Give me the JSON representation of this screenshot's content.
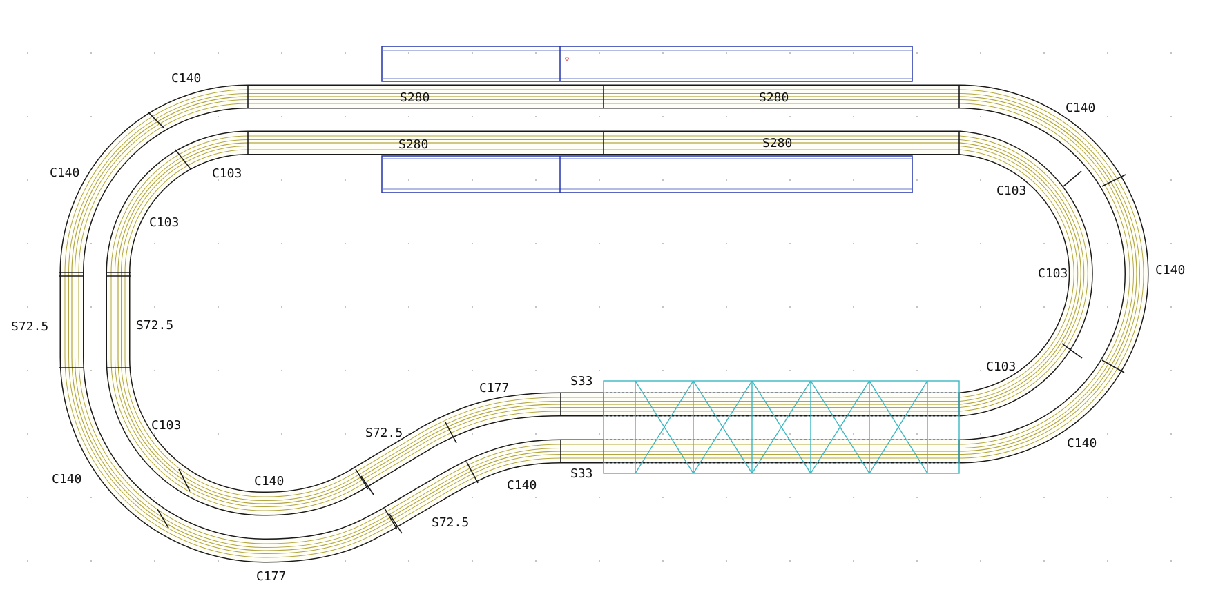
{
  "layout_title": "",
  "labels": {
    "top_outer_left": "C140",
    "top_outer_mid_left": "S280",
    "top_outer_mid_right": "S280",
    "top_outer_right": "C140",
    "top_inner_left": "C103",
    "top_inner_mid_left": "S280",
    "top_inner_mid_right": "S280",
    "right_inner_top": "C103",
    "left_outer_upper": "C140",
    "left_inner_upper": "C103",
    "left_outer_straight": "S72.5",
    "left_inner_straight": "S72.5",
    "right_inner_mid": "C103",
    "right_outer_mid": "C140",
    "right_inner_bottom": "C103",
    "right_outer_bottom": "C140",
    "left_inner_lower": "C103",
    "left_outer_lower": "C140",
    "bottom_inner_curve": "C140",
    "bottom_outer_curve": "C177",
    "middle_inner_straight": "S72.5",
    "middle_outer_straight": "S72.5",
    "upper_s_curve": "C177",
    "lower_s_curve": "C140",
    "short_top": "S33",
    "short_bottom": "S33"
  },
  "colors": {
    "rail": "#1a1a1a",
    "track_center": "#b3a640",
    "platform": "#2233aa",
    "bridge": "#3ab8c2"
  }
}
